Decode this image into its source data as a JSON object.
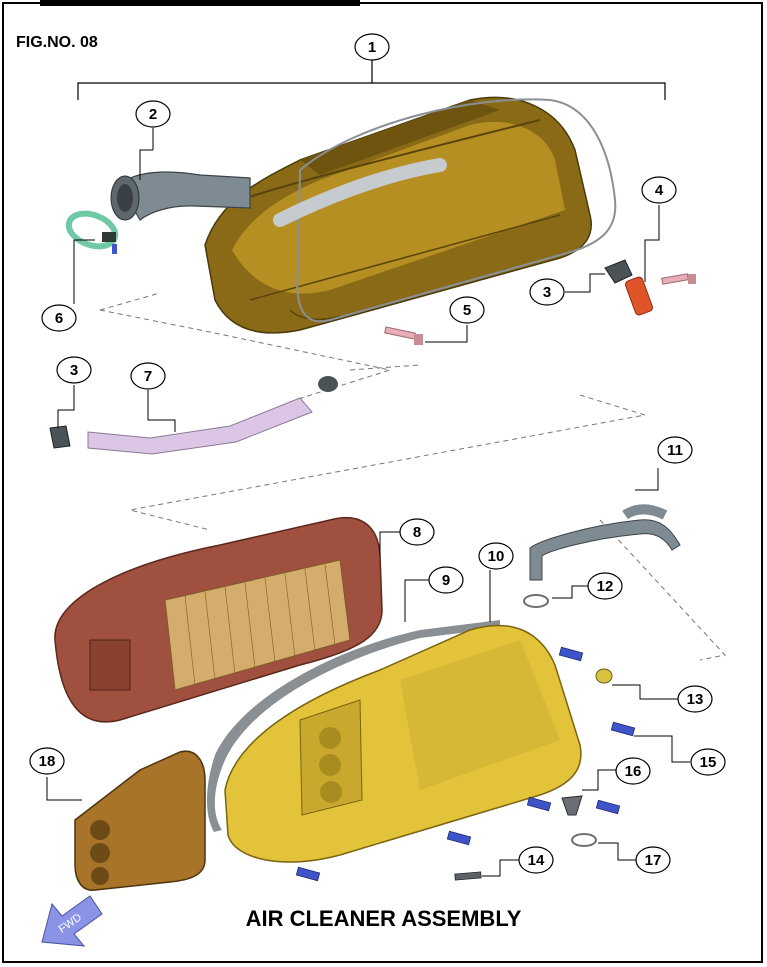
{
  "figure": {
    "fig_no": "FIG.NO. 08",
    "title": "AIR CLEANER ASSEMBLY",
    "fwd_label": "FWD"
  },
  "callouts": [
    "1",
    "2",
    "3",
    "4",
    "5",
    "6",
    "3",
    "7",
    "8",
    "9",
    "10",
    "11",
    "12",
    "13",
    "14",
    "15",
    "16",
    "17",
    "18"
  ],
  "colors": {
    "housing_dark": "#8a6a17",
    "housing_light": "#e2c33a",
    "filter": "#a0503e",
    "hose_grey": "#7f8b92",
    "tube_pink": "#dcc6e6",
    "clip_orange": "#e0542a",
    "clamp_green": "#6fc9a4",
    "screw_blue": "#3f54c9",
    "fwd_arrow": "#8a93e6"
  }
}
